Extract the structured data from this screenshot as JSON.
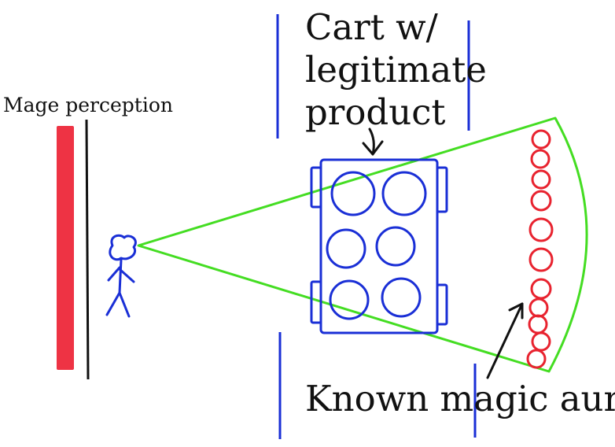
{
  "labels": {
    "mage_perception": "Mage perception",
    "cart_line1": "Cart w/",
    "cart_line2": "legitimate",
    "cart_line3": "product",
    "known_magic_aura": "Known magic aura"
  },
  "colors": {
    "wall_red": "#ee3344",
    "wall_line": "#111111",
    "vision_cone": "#44dd22",
    "cart_blue": "#1a2fd6",
    "aura_red": "#e8232f",
    "arrow": "#111111",
    "figure_blue": "#1a2fd6"
  },
  "icons": {
    "stick_figure": "person-icon",
    "cart": "cart-icon",
    "arrow": "arrow-icon"
  }
}
